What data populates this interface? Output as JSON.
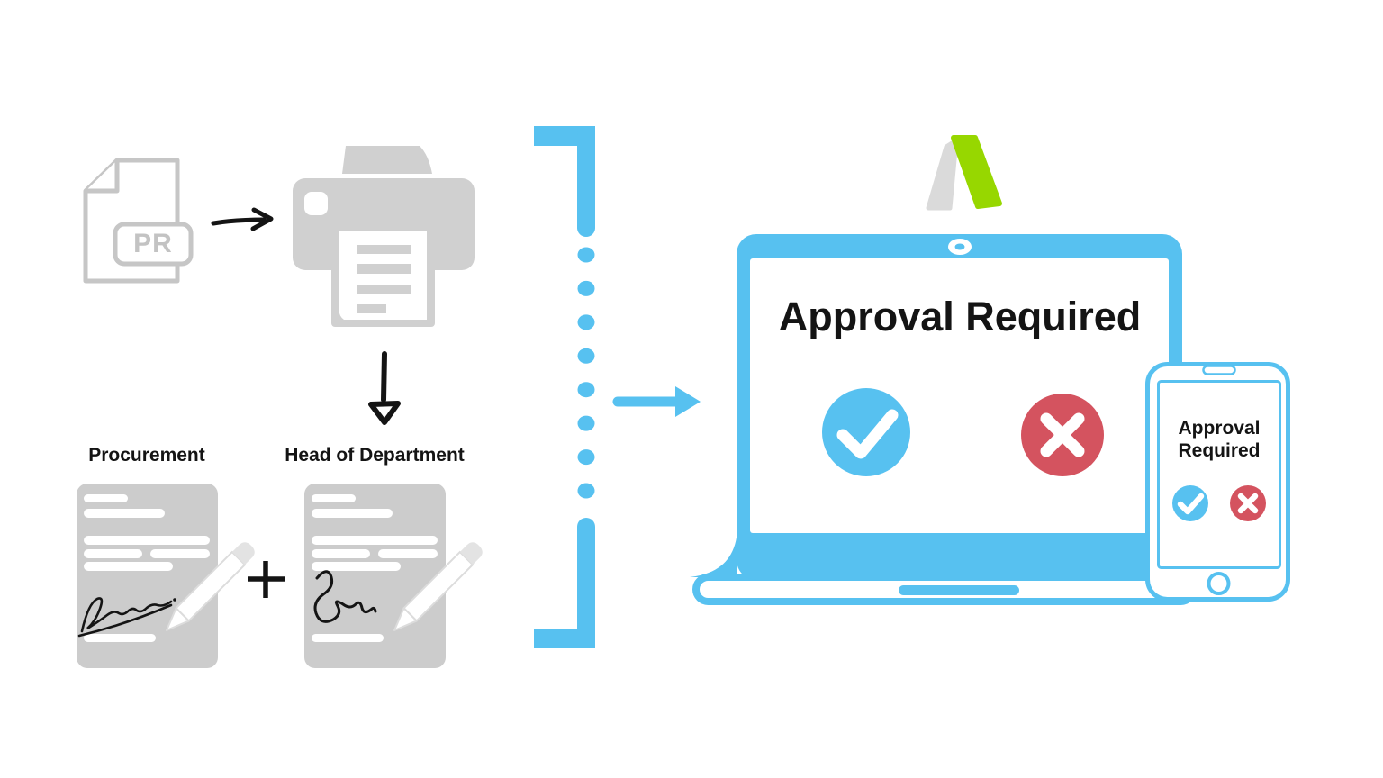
{
  "pr_document": {
    "badge_label": "PR"
  },
  "labels": {
    "procurement": "Procurement",
    "head_of_department": "Head of Department"
  },
  "laptop": {
    "title": "Approval Required"
  },
  "phone": {
    "title_lines": [
      "Approval",
      "Required"
    ]
  },
  "colors": {
    "accent_blue": "#57C1F0",
    "approve_blue": "#57C1F0",
    "reject_red": "#D4535F",
    "brand_green": "#97D700",
    "icon_gray": "#D0D0D0",
    "outline_gray": "#C6C6C6",
    "text_black": "#141414"
  },
  "icons": {
    "pr_document": "document-file-with-pr-badge",
    "printer": "printer",
    "arrow_right_black": "→",
    "arrow_down_black": "↓",
    "plus": "+",
    "signature": "handwritten-signature",
    "pencil": "pencil",
    "bracket": "]",
    "arrow_right_blue": "→",
    "check": "✓",
    "cross": "✕",
    "brand_logo": "a-mark",
    "laptop": "laptop",
    "phone": "smartphone",
    "webcam": "webcam-dot",
    "home_button": "home-button"
  }
}
